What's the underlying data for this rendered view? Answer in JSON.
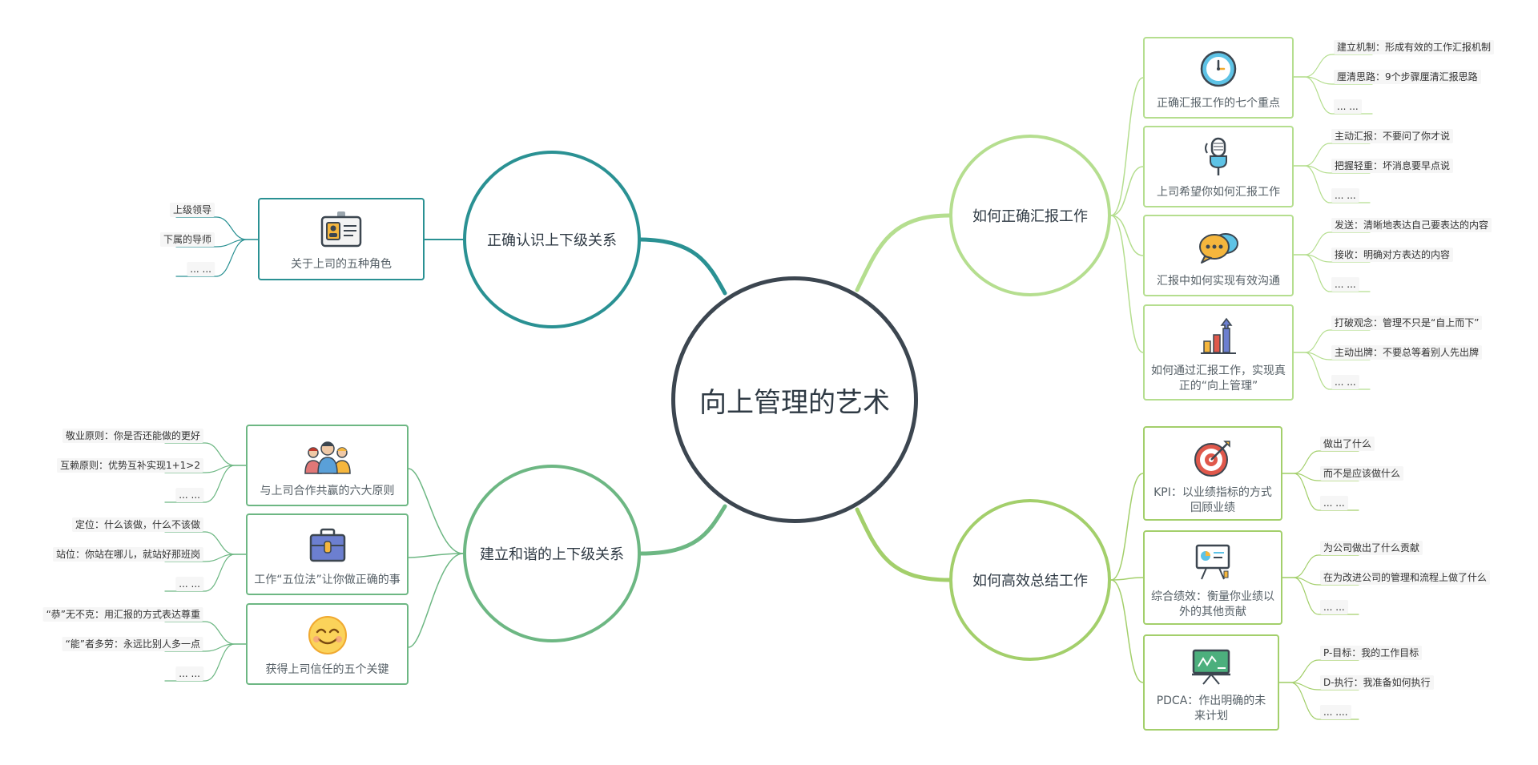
{
  "central": "向上管理的艺术",
  "colors": {
    "central": "#3c4650",
    "teal": "#2a9193",
    "green": "#6db783",
    "lime_light": "#b5de8f",
    "lime": "#a3cf6b"
  },
  "branches": {
    "recognize": {
      "title": "正确认识上下级关系",
      "cards": [
        {
          "label": "关于上司的五种角色",
          "icon": "id-badge-icon",
          "leaves": [
            "上级领导",
            "下属的导师",
            "... ..."
          ]
        }
      ]
    },
    "harmony": {
      "title": "建立和谐的上下级关系",
      "cards": [
        {
          "label": "与上司合作共赢的六大原则",
          "icon": "team-icon",
          "leaves": [
            "敬业原则：你是否还能做的更好",
            "互赖原则：优势互补实现1+1>2",
            "... ..."
          ]
        },
        {
          "label": "工作“五位法”让你做正确的事",
          "icon": "briefcase-icon",
          "leaves": [
            "定位：什么该做，什么不该做",
            "站位：你站在哪儿，就站好那班岗",
            "... ..."
          ]
        },
        {
          "label": "获得上司信任的五个关键",
          "icon": "smile-icon",
          "leaves": [
            "“恭”无不克：用汇报的方式表达尊重",
            "“能”者多劳：永远比别人多一点",
            "... ..."
          ]
        }
      ]
    },
    "report": {
      "title": "如何正确汇报工作",
      "cards": [
        {
          "label": "正确汇报工作的七个重点",
          "icon": "clock-icon",
          "leaves": [
            "建立机制：形成有效的工作汇报机制",
            "厘清思路：9个步骤厘清汇报思路",
            "... ..."
          ]
        },
        {
          "label": "上司希望你如何汇报工作",
          "icon": "microphone-icon",
          "leaves": [
            "主动汇报：不要问了你才说",
            "把握轻重：坏消息要早点说",
            "... ..."
          ]
        },
        {
          "label": "汇报中如何实现有效沟通",
          "icon": "chat-bubbles-icon",
          "leaves": [
            "发送：清晰地表达自己要表达的内容",
            "接收：明确对方表达的内容",
            "... ..."
          ]
        },
        {
          "label": "如何通过汇报工作，实现真正的“向上管理”",
          "icon": "bar-chart-icon",
          "leaves": [
            "打破观念：管理不只是“自上而下”",
            "主动出牌：不要总等着别人先出牌",
            "... ..."
          ]
        }
      ]
    },
    "summary": {
      "title": "如何高效总结工作",
      "cards": [
        {
          "label": "KPI：以业绩指标的方式回顾业绩",
          "icon": "target-icon",
          "leaves": [
            "做出了什么",
            "而不是应该做什么",
            "... ..."
          ]
        },
        {
          "label": "综合绩效：衡量你业绩以外的其他贡献",
          "icon": "presentation-board-icon",
          "leaves": [
            "为公司做出了什么贡献",
            "在为改进公司的管理和流程上做了什么",
            "... ..."
          ]
        },
        {
          "label": "PDCA：作出明确的未来计划",
          "icon": "easel-chart-icon",
          "leaves": [
            "P-目标：我的工作目标",
            "D-执行：我准备如何执行",
            "... ...."
          ]
        }
      ]
    }
  }
}
